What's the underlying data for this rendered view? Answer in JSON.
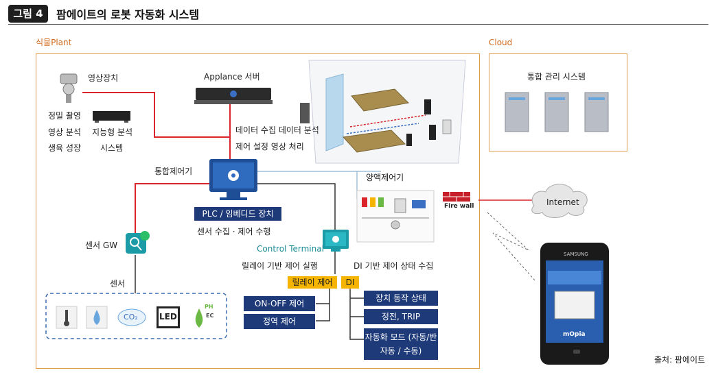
{
  "figure": {
    "badge": "그림 4",
    "title": "팜에이트의 로봇 자동화 시스템"
  },
  "sections": {
    "plant": "식물Plant",
    "cloud": "Cloud"
  },
  "labels": {
    "camera": "영상장치",
    "camera_fn1": "정밀 촬영",
    "camera_fn2": "영상 분석",
    "camera_fn3": "생육 성장",
    "nvr1": "지능형 분석",
    "nvr2": "시스템",
    "server": "Applance 서버",
    "server_fn1": "데이터 수집 데이터 분석",
    "server_fn2": "제어 설정 영상 처리",
    "controller": "통합제어기",
    "plc": "PLC / 임베디드 장치",
    "plc_fn": "센서 수집 · 제어 수행",
    "sensor_gw": "센서 GW",
    "sensor": "센서",
    "control_terminal": "Control Terminal",
    "relay_exec": "릴레이 기반 제어 실행",
    "di_collect": "DI 기반 제어 상태 수집",
    "relay_ctrl": "릴레이 제어",
    "di": "DI",
    "onoff": "ON-OFF 제어",
    "zone": "정역 제어",
    "dev_state": "장치 동작 상태",
    "power_trip": "정전, TRIP",
    "auto_mode1": "자동화 모드 (자동/반",
    "auto_mode2": "자동 / 수동)",
    "nutrient": "양액제어기",
    "firewall": "Fire wall",
    "internet": "Internet",
    "cloud_sys": "통합 관리 시스템",
    "co2": "CO₂",
    "led": "LED",
    "ph": "PH",
    "ec": "EC",
    "phone_brand": "SAMSUNG",
    "phone_app": "mOpia",
    "source": "출처: 팜에이트"
  },
  "colors": {
    "red_line": "#d9252a",
    "blue_box": "#1e3a78",
    "yellow_box": "#f4b400",
    "frame": "#e09a4a",
    "accent_orange": "#d16a1c"
  }
}
